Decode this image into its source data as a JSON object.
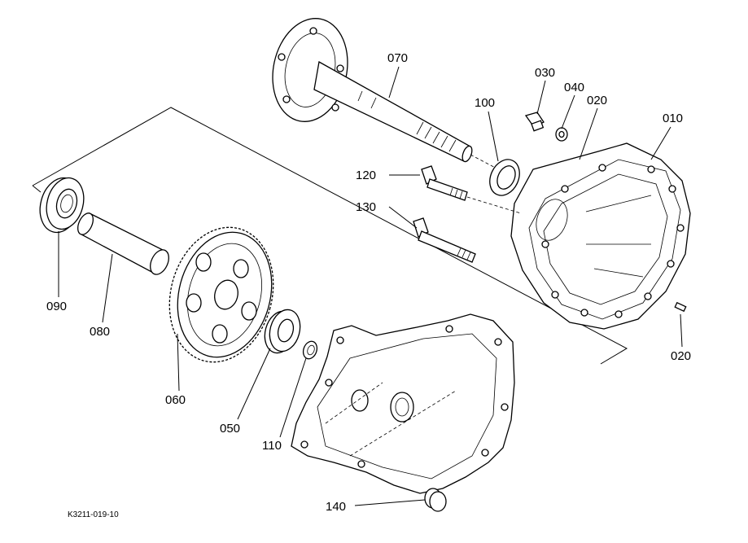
{
  "diagram": {
    "drawing_code": "K3211-019-10",
    "callouts": [
      {
        "id": "p070",
        "label": "070"
      },
      {
        "id": "p100",
        "label": "100"
      },
      {
        "id": "p030",
        "label": "030"
      },
      {
        "id": "p040",
        "label": "040"
      },
      {
        "id": "p020a",
        "label": "020"
      },
      {
        "id": "p010",
        "label": "010"
      },
      {
        "id": "p120",
        "label": "120"
      },
      {
        "id": "p130",
        "label": "130"
      },
      {
        "id": "p090",
        "label": "090"
      },
      {
        "id": "p080",
        "label": "080"
      },
      {
        "id": "p060",
        "label": "060"
      },
      {
        "id": "p050",
        "label": "050"
      },
      {
        "id": "p110",
        "label": "110"
      },
      {
        "id": "p140",
        "label": "140"
      },
      {
        "id": "p020b",
        "label": "020"
      }
    ]
  }
}
